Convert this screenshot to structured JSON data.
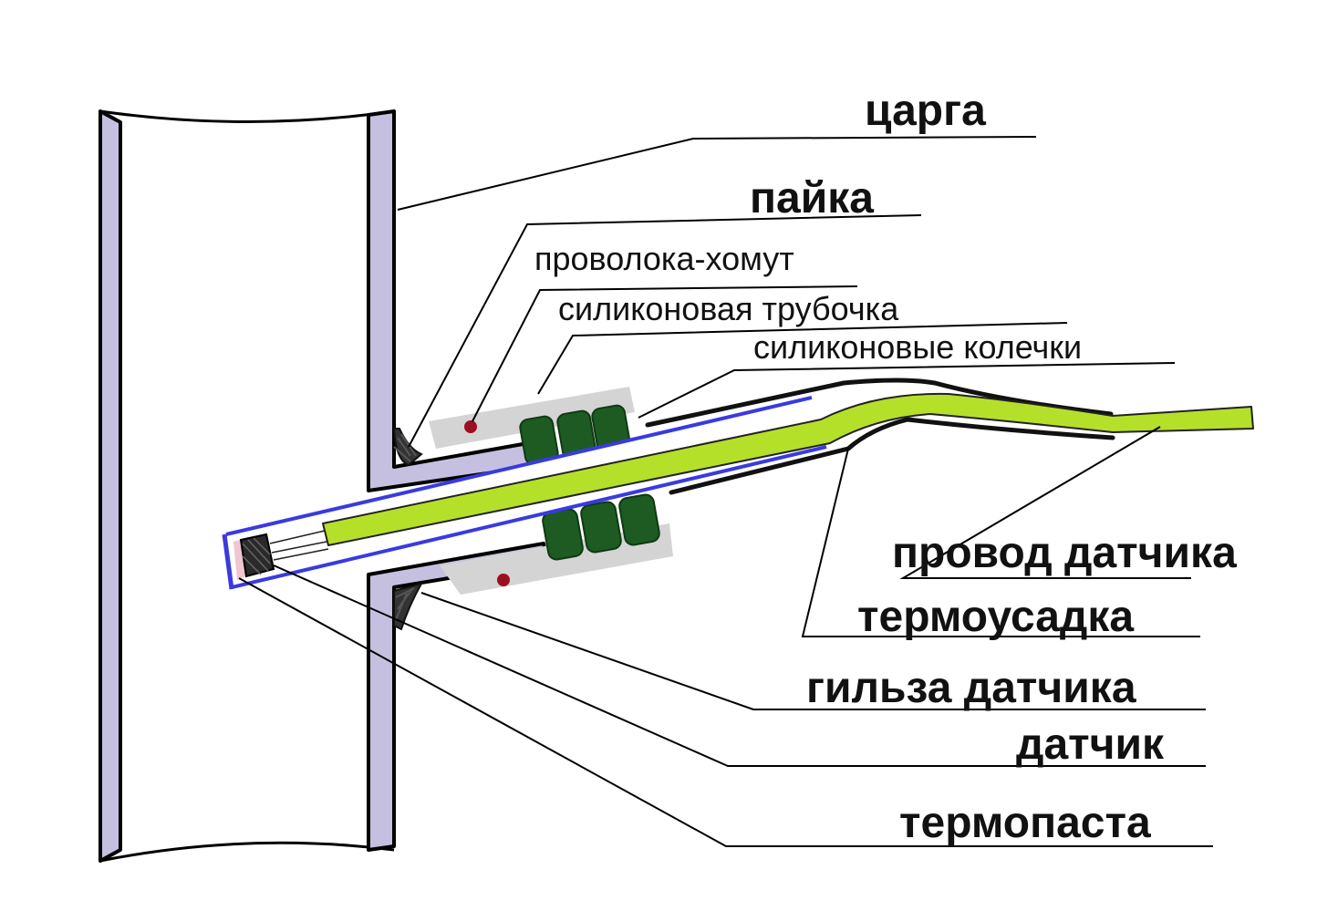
{
  "labels": {
    "tsarga": "царга",
    "payka": "пайка",
    "provoloka_khomut": "проволока-хомут",
    "silikonovaya_trubochka": "силиконовая трубочка",
    "silikonovye_kolechki": "силиконовые колечки",
    "provod_datchika": "провод датчика",
    "termousadka": "термоусадка",
    "gilza_datchika": "гильза датчика",
    "datchik": "датчик",
    "termopasta": "термопаста"
  },
  "colors": {
    "wall_fill": "#c5c0e0",
    "wire_green": "#b5e02a",
    "ring_green": "#1d5b22",
    "sleeve_blue": "#3a3ae0",
    "tube_gray": "#d4d4d4",
    "solder_dark": "#333333",
    "clamp_dot": "#9b1020",
    "paste_pink": "#f0c6d0"
  }
}
